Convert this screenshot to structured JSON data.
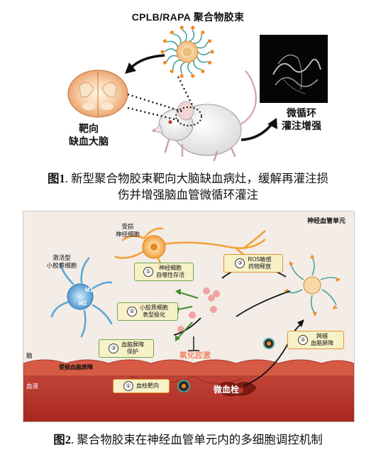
{
  "figure1": {
    "title": "CPLB/RAPA 聚合物胶束",
    "brain_label": [
      "靶向",
      "缺血大脑"
    ],
    "micro_label": [
      "微循环",
      "灌注增强"
    ],
    "caption_num": "图1",
    "caption_line1": ". 新型聚合物胶束靶向大脑缺血病灶，缓解再灌注损",
    "caption_line2": "伤并增强脑血管微循环灌注"
  },
  "figure2": {
    "unit_label": "神经血管单元",
    "neuron_label": [
      "受损",
      "神经细胞"
    ],
    "microglia_label": [
      "激活型",
      "小胶质细胞"
    ],
    "m1": "M1",
    "m2": "M2",
    "brain": "脑",
    "blood": "血液",
    "bbb_label": "受损血脑屏障",
    "oxidative_stress": "氧化应激",
    "microthrombus": "微血栓",
    "boxes": [
      {
        "num": "①",
        "text": [
          "神经细胞",
          "自噬性存活"
        ]
      },
      {
        "num": "②",
        "text": [
          "小胶质细胞",
          "表型极化"
        ]
      },
      {
        "num": "③",
        "text": [
          "血脑屏障",
          "保护"
        ]
      },
      {
        "num": "③",
        "text": [
          "ROS敏感",
          "药物释放"
        ]
      },
      {
        "num": "②",
        "text": [
          "跨越",
          "血脑屏障"
        ]
      },
      {
        "num": "①",
        "text": [
          "血栓靶向"
        ]
      }
    ],
    "caption_num": "图2",
    "caption_text": ". 聚合物胶束在神经血管单元内的多细胞调控机制"
  },
  "colors": {
    "panel_bg": "#f4ece6",
    "box_fill": "#f7f1c8",
    "box_green": "#6aa84f",
    "box_orange": "#e5942c",
    "neuron": "#f2a13a",
    "microglia": "#5ba7d9",
    "vessel": "#c0392b",
    "oxidative": "#f08a6a"
  }
}
